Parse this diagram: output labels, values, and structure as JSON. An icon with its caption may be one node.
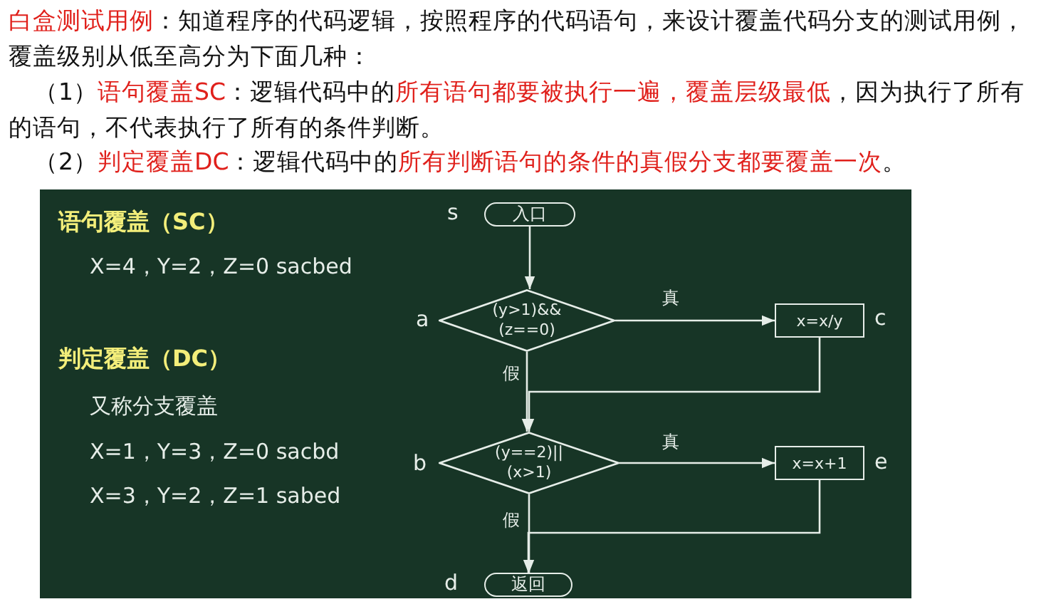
{
  "diagram": {
    "nodes": [
      {
        "text": [
          "入口"
        ],
        "beside": [
          "s"
        ]
      },
      {
        "text": [
          "(y>1)&& (z==0)"
        ],
        "beside": [
          "a"
        ]
      },
      {
        "text": [
          "x=x/y"
        ],
        "beside": [
          "c"
        ]
      },
      {
        "text": [
          "(y==2)|| (x>1)"
        ],
        "beside": [
          "b"
        ]
      },
      {
        "text": [
          "x=x+1"
        ],
        "beside": [
          "e"
        ]
      },
      {
        "text": [
          "返回"
        ],
        "beside": [
          "d"
        ]
      }
    ],
    "edges": [
      {
        "from": 0,
        "to": 1,
        "arrow": "to"
      },
      {
        "from": 1,
        "to": 2,
        "arrow": "to",
        "label": "真"
      },
      {
        "from": 2,
        "to": 3,
        "arrow": "to"
      },
      {
        "from": 1,
        "to": 3,
        "arrow": "to",
        "label": "假"
      },
      {
        "from": 3,
        "to": 4,
        "arrow": "to",
        "label": "真"
      },
      {
        "from": 4,
        "to": 5,
        "arrow": "to"
      },
      {
        "from": 3,
        "to": 5,
        "arrow": "to",
        "label": "假"
      }
    ],
    "labels": [
      "**白盒测试用例**：知道程序的代码逻辑，按照程序的代码语句，来设计覆盖代码分支的测试用例，覆盖级别从低至高分为下面几种：",
      "（1）**语句覆盖SC**：逻辑代码中的**所有语句都要被执行一遍，覆盖层级最低**，因为执行了所有的语句，不代表执行了所有的条件判断。",
      "（2）**判定覆盖DC**：逻辑代码中的**所有判断语句的条件的真假分支都要覆盖一次**。",
      "语句覆盖（SC）",
      "X=4，Y=2，Z=0 sacbed",
      "判定覆盖（DC）",
      "又称分支覆盖",
      "X=1，Y=3，Z=0 sacbd",
      "X=3，Y=2，Z=1 sabed"
    ]
  }
}
